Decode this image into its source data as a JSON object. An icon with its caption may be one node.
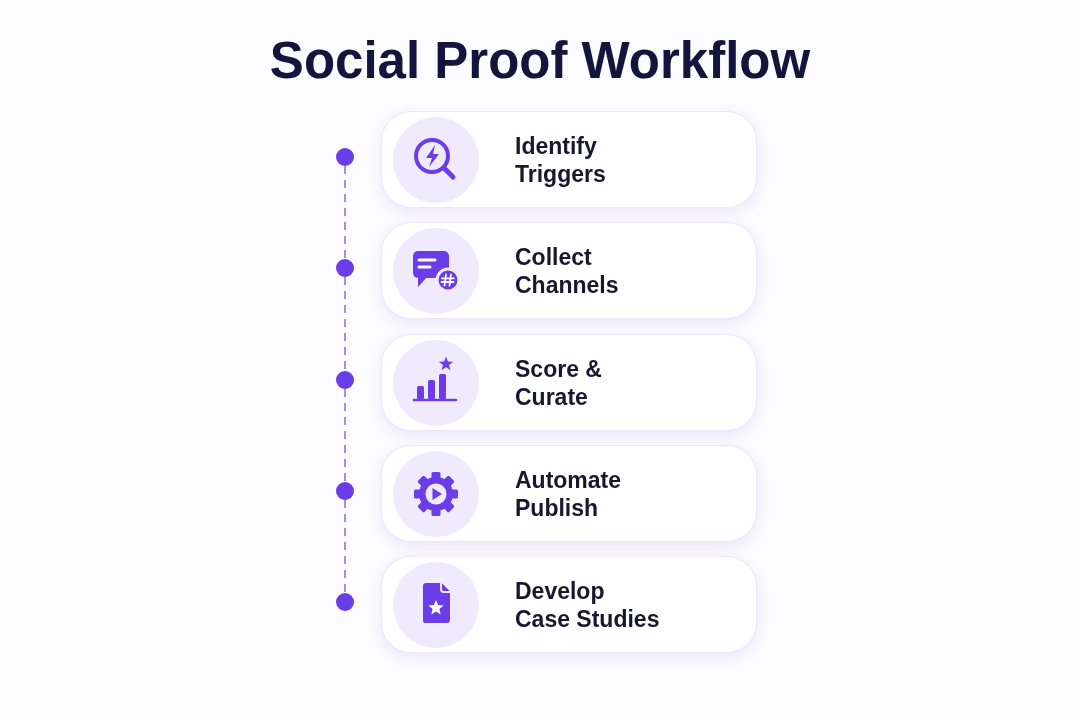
{
  "diagram": {
    "title": "Social Proof Workflow",
    "nodes": [
      {
        "text": [],
        "shape": "circle"
      },
      {
        "text": [
          "Identify Triggers"
        ]
      },
      {
        "text": [],
        "shape": "circle"
      },
      {
        "text": [
          "Collect Channels"
        ]
      },
      {
        "text": [],
        "shape": "circle"
      },
      {
        "text": [
          "Score & Curate"
        ]
      },
      {
        "text": [],
        "shape": "circle"
      },
      {
        "text": [
          "Automate Publish"
        ]
      },
      {
        "text": [],
        "shape": "circle"
      },
      {
        "text": [
          "Develop Case Studies"
        ]
      }
    ],
    "edges": [
      {
        "from": 0,
        "to": 2,
        "arrow": "none",
        "style": "dashed"
      },
      {
        "from": 2,
        "to": 4,
        "arrow": "none",
        "style": "dashed"
      },
      {
        "from": 4,
        "to": 6,
        "arrow": "none",
        "style": "dashed"
      },
      {
        "from": 6,
        "to": 8,
        "arrow": "none",
        "style": "dashed"
      }
    ]
  }
}
